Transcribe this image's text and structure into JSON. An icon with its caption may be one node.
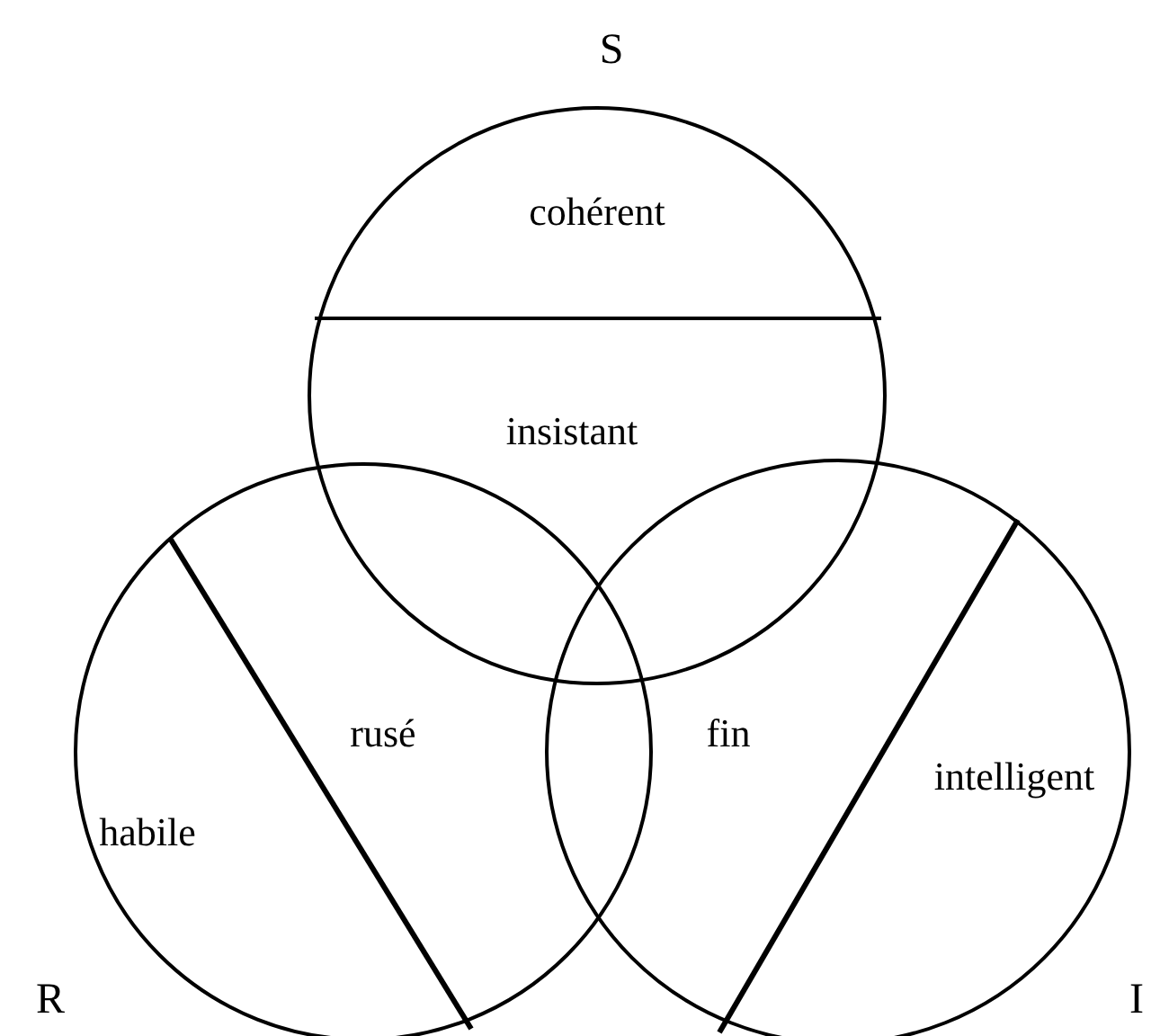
{
  "diagram": {
    "nodes": [
      {
        "text": [
          "cohérent",
          "insistant"
        ],
        "beside": [
          "S"
        ]
      },
      {
        "text": [
          "habile",
          "rusé"
        ],
        "beside": [
          "R"
        ]
      },
      {
        "text": [
          "fin",
          "intelligent"
        ],
        "beside": [
          "I"
        ]
      }
    ]
  }
}
